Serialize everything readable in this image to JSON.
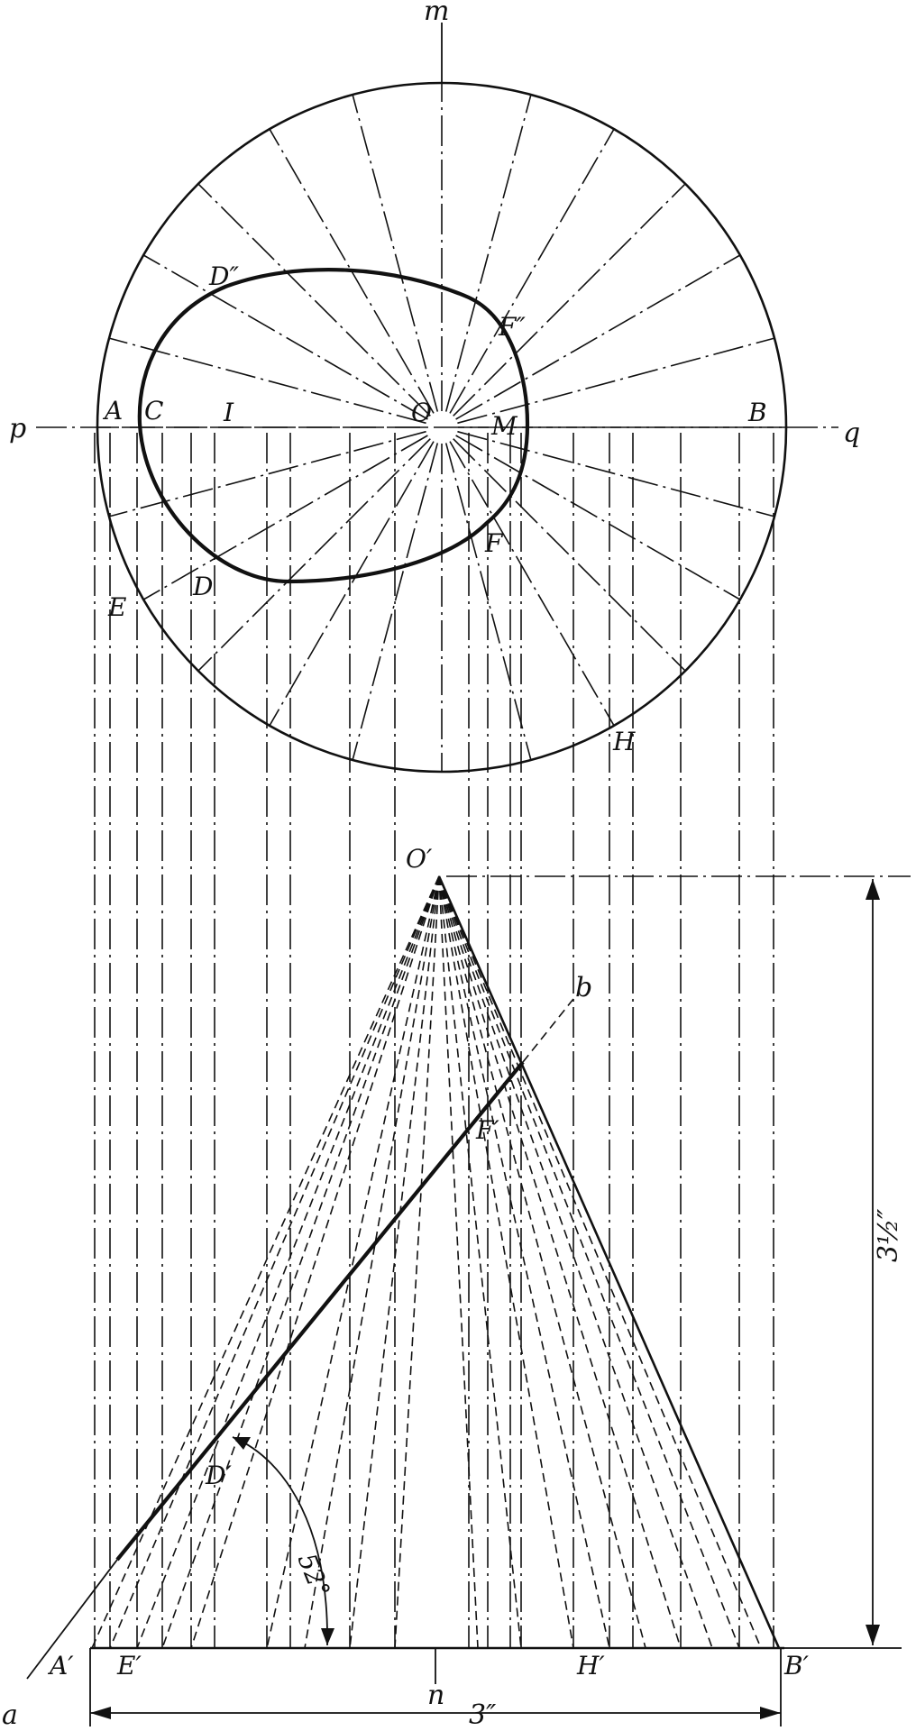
{
  "labels": {
    "m": "m",
    "n": "n",
    "p": "p",
    "q": "q",
    "a": "a",
    "b": "b",
    "A": "A",
    "B": "B",
    "C": "C",
    "I": "I",
    "O": "O",
    "M": "M",
    "D2": "D″",
    "F2": "F″",
    "D": "D",
    "E": "E",
    "F": "F",
    "H": "H",
    "O1": "O′",
    "F1": "F′",
    "D1": "D′",
    "A1": "A′",
    "E1": "E′",
    "H1": "H′",
    "B1": "B′"
  },
  "dimensions": {
    "height_label": "3½″",
    "width_label": "3″",
    "angle_label": "52°"
  }
}
